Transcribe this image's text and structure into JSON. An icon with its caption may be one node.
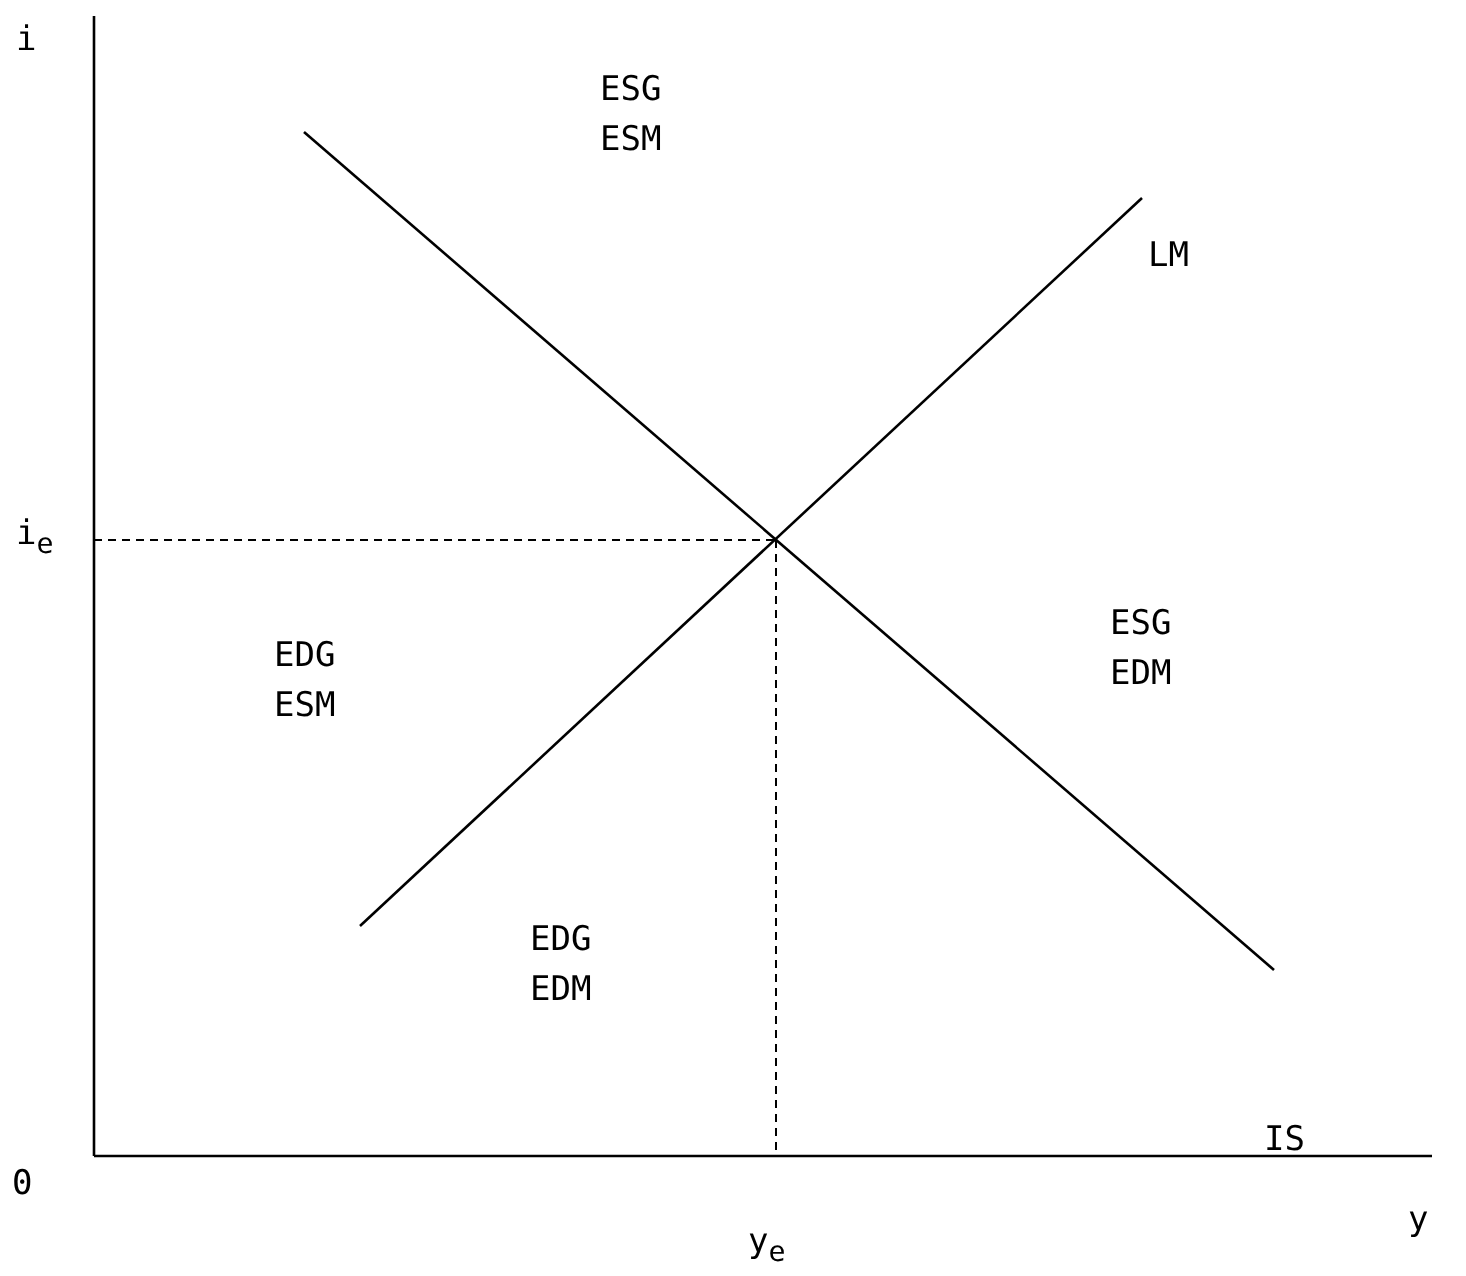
{
  "diagram": {
    "labels": [
      "i",
      "ESG ESM",
      "LM",
      "i$_{e}$",
      "EDG ESM",
      "ESG EDM",
      "EDG EDM",
      "IS",
      "0",
      "y",
      "y$_{e}$"
    ]
  }
}
